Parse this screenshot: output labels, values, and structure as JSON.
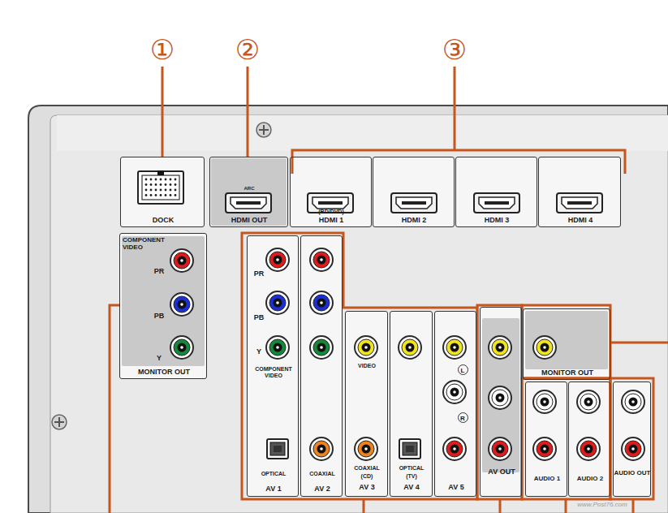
{
  "diagram": {
    "nodes": [
      {
        "text": [
          "DOCK"
        ]
      },
      {
        "text": [
          "ARC",
          "HDMI OUT"
        ]
      },
      {
        "text": [
          "(BD/DVD)",
          "HDMI 1"
        ]
      },
      {
        "text": [
          "HDMI 2"
        ]
      },
      {
        "text": [
          "HDMI 3"
        ]
      },
      {
        "text": [
          "HDMI 4"
        ]
      },
      {
        "text": [
          "COMPONENT VIDEO",
          "PR",
          "PB",
          "Y",
          "MONITOR OUT"
        ]
      },
      {
        "text": [
          "PR",
          "PB",
          "Y",
          "COMPONENT VIDEO",
          "OPTICAL",
          "AV 1"
        ]
      },
      {
        "text": [
          "COAXIAL",
          "AV 2"
        ]
      },
      {
        "text": [
          "VIDEO",
          "COAXIAL",
          "(CD)",
          "AV 3"
        ]
      },
      {
        "text": [
          "OPTICAL",
          "(TV)",
          "AV 4"
        ]
      },
      {
        "text": [
          "L",
          "R",
          "AV 5"
        ]
      },
      {
        "text": [
          "AV OUT"
        ]
      },
      {
        "text": [
          "MONITOR OUT"
        ]
      },
      {
        "text": [
          "AUDIO 1"
        ]
      },
      {
        "text": [
          "AUDIO 2"
        ]
      },
      {
        "text": [
          "AUDIO OUT"
        ]
      }
    ],
    "labels": [
      "①",
      "②",
      "③",
      "www.Post76.com"
    ]
  }
}
